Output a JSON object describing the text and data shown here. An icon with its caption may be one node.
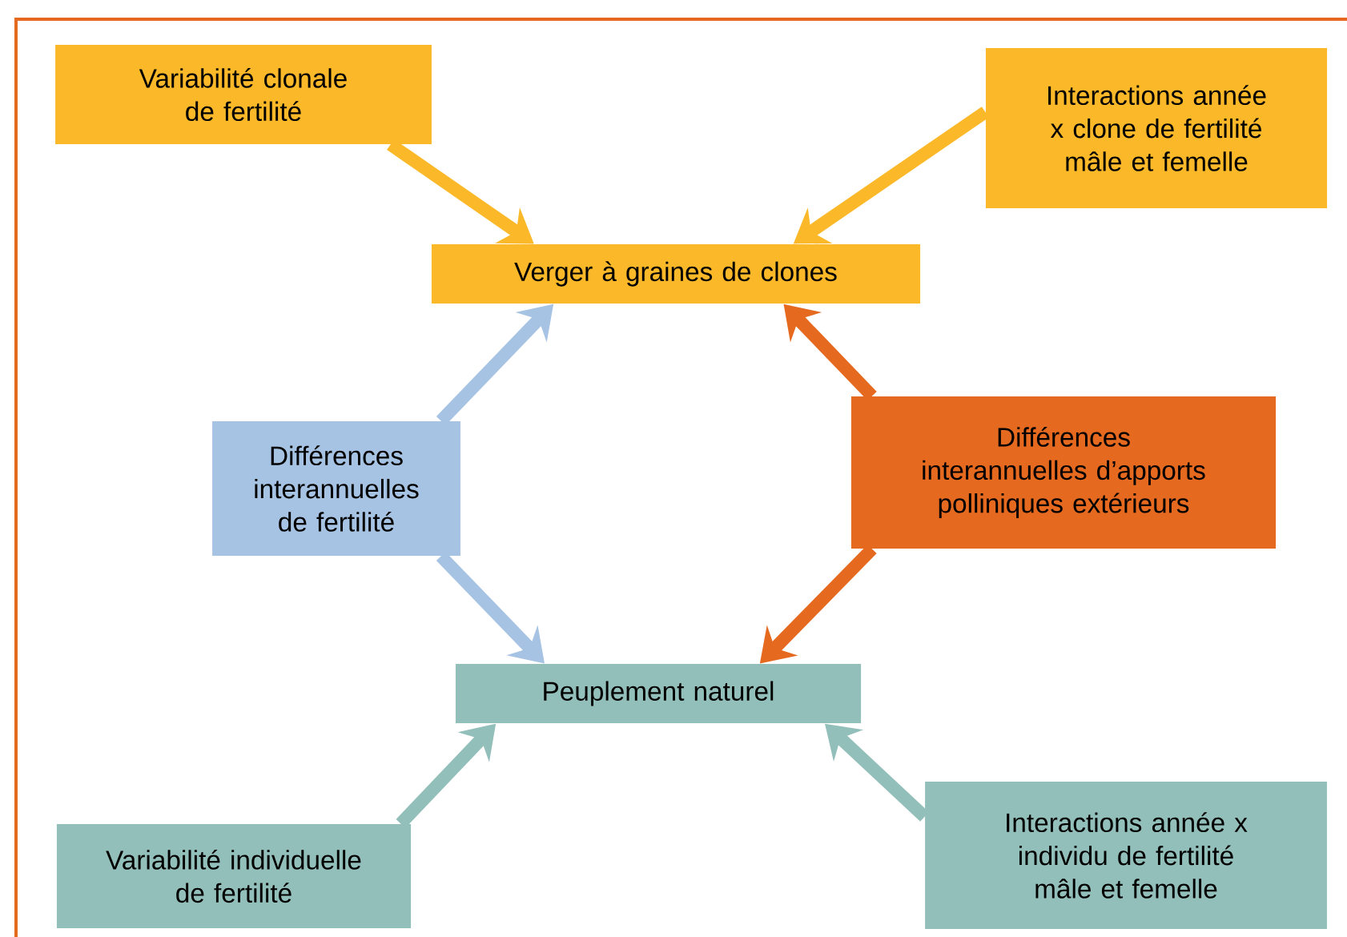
{
  "diagram": {
    "nodes": [
      {
        "text": [
          "Variabilité clonale de fertilité"
        ]
      },
      {
        "text": [
          "Interactions année x clone de fertilité mâle et femelle"
        ]
      },
      {
        "text": [
          "Verger à graines de clones"
        ]
      },
      {
        "text": [
          "Différences interannuelles de fertilité"
        ]
      },
      {
        "text": [
          "Différences interannuelles d’apports polliniques extérieurs"
        ]
      },
      {
        "text": [
          "Peuplement naturel"
        ]
      },
      {
        "text": [
          "Variabilité individuelle de fertilité"
        ]
      },
      {
        "text": [
          "Interactions année x individu de fertilité mâle et femelle"
        ]
      }
    ],
    "edges": [
      {
        "from": 0,
        "to": 2,
        "arrow": "to",
        "color": "#fbb829"
      },
      {
        "from": 1,
        "to": 2,
        "arrow": "to",
        "color": "#fbb829"
      },
      {
        "from": 3,
        "to": 2,
        "arrow": "to",
        "color": "#a6c3e3"
      },
      {
        "from": 3,
        "to": 5,
        "arrow": "to",
        "color": "#a6c3e3"
      },
      {
        "from": 4,
        "to": 2,
        "arrow": "to",
        "color": "#e5691f"
      },
      {
        "from": 4,
        "to": 5,
        "arrow": "to",
        "color": "#e5691f"
      },
      {
        "from": 6,
        "to": 5,
        "arrow": "to",
        "color": "#93bfbb"
      },
      {
        "from": 7,
        "to": 5,
        "arrow": "to",
        "color": "#93bfbb"
      }
    ]
  }
}
